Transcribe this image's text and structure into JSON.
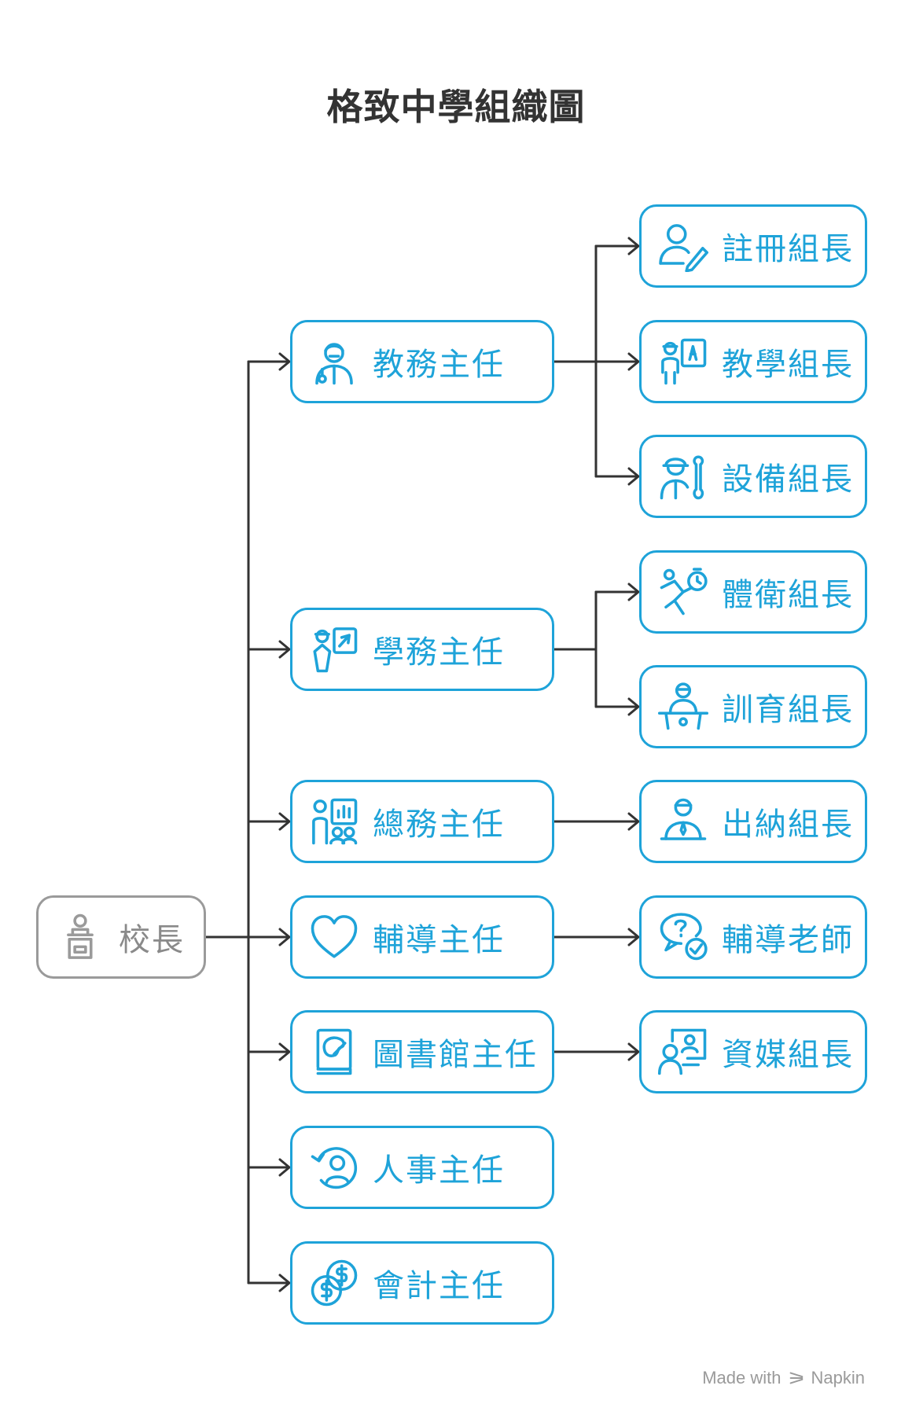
{
  "title": "格致中學組織圖",
  "root": {
    "label": "校長",
    "icon": "podium-speaker-icon"
  },
  "directors": [
    {
      "label": "教務主任",
      "icon": "teacher-icon"
    },
    {
      "label": "學務主任",
      "icon": "student-board-icon"
    },
    {
      "label": "總務主任",
      "icon": "presentation-chart-icon"
    },
    {
      "label": "輔導主任",
      "icon": "heart-icon"
    },
    {
      "label": "圖書館主任",
      "icon": "art-book-icon"
    },
    {
      "label": "人事主任",
      "icon": "person-refresh-icon"
    },
    {
      "label": "會計主任",
      "icon": "coins-icon"
    }
  ],
  "sections": [
    {
      "label": "註冊組長",
      "icon": "person-pen-icon"
    },
    {
      "label": "教學組長",
      "icon": "teacher-board-icon"
    },
    {
      "label": "設備組長",
      "icon": "worker-wrench-icon"
    },
    {
      "label": "體衛組長",
      "icon": "runner-stopwatch-icon"
    },
    {
      "label": "訓育組長",
      "icon": "person-desk-icon"
    },
    {
      "label": "出納組長",
      "icon": "cashier-icon"
    },
    {
      "label": "輔導老師",
      "icon": "chat-question-icon"
    },
    {
      "label": "資媒組長",
      "icon": "person-screen-icon"
    }
  ],
  "footer": {
    "made_with": "Made with",
    "brand": "Napkin"
  },
  "colors": {
    "accent": "#1ea3d9",
    "root": "#9a9a9a",
    "line": "#333333"
  }
}
